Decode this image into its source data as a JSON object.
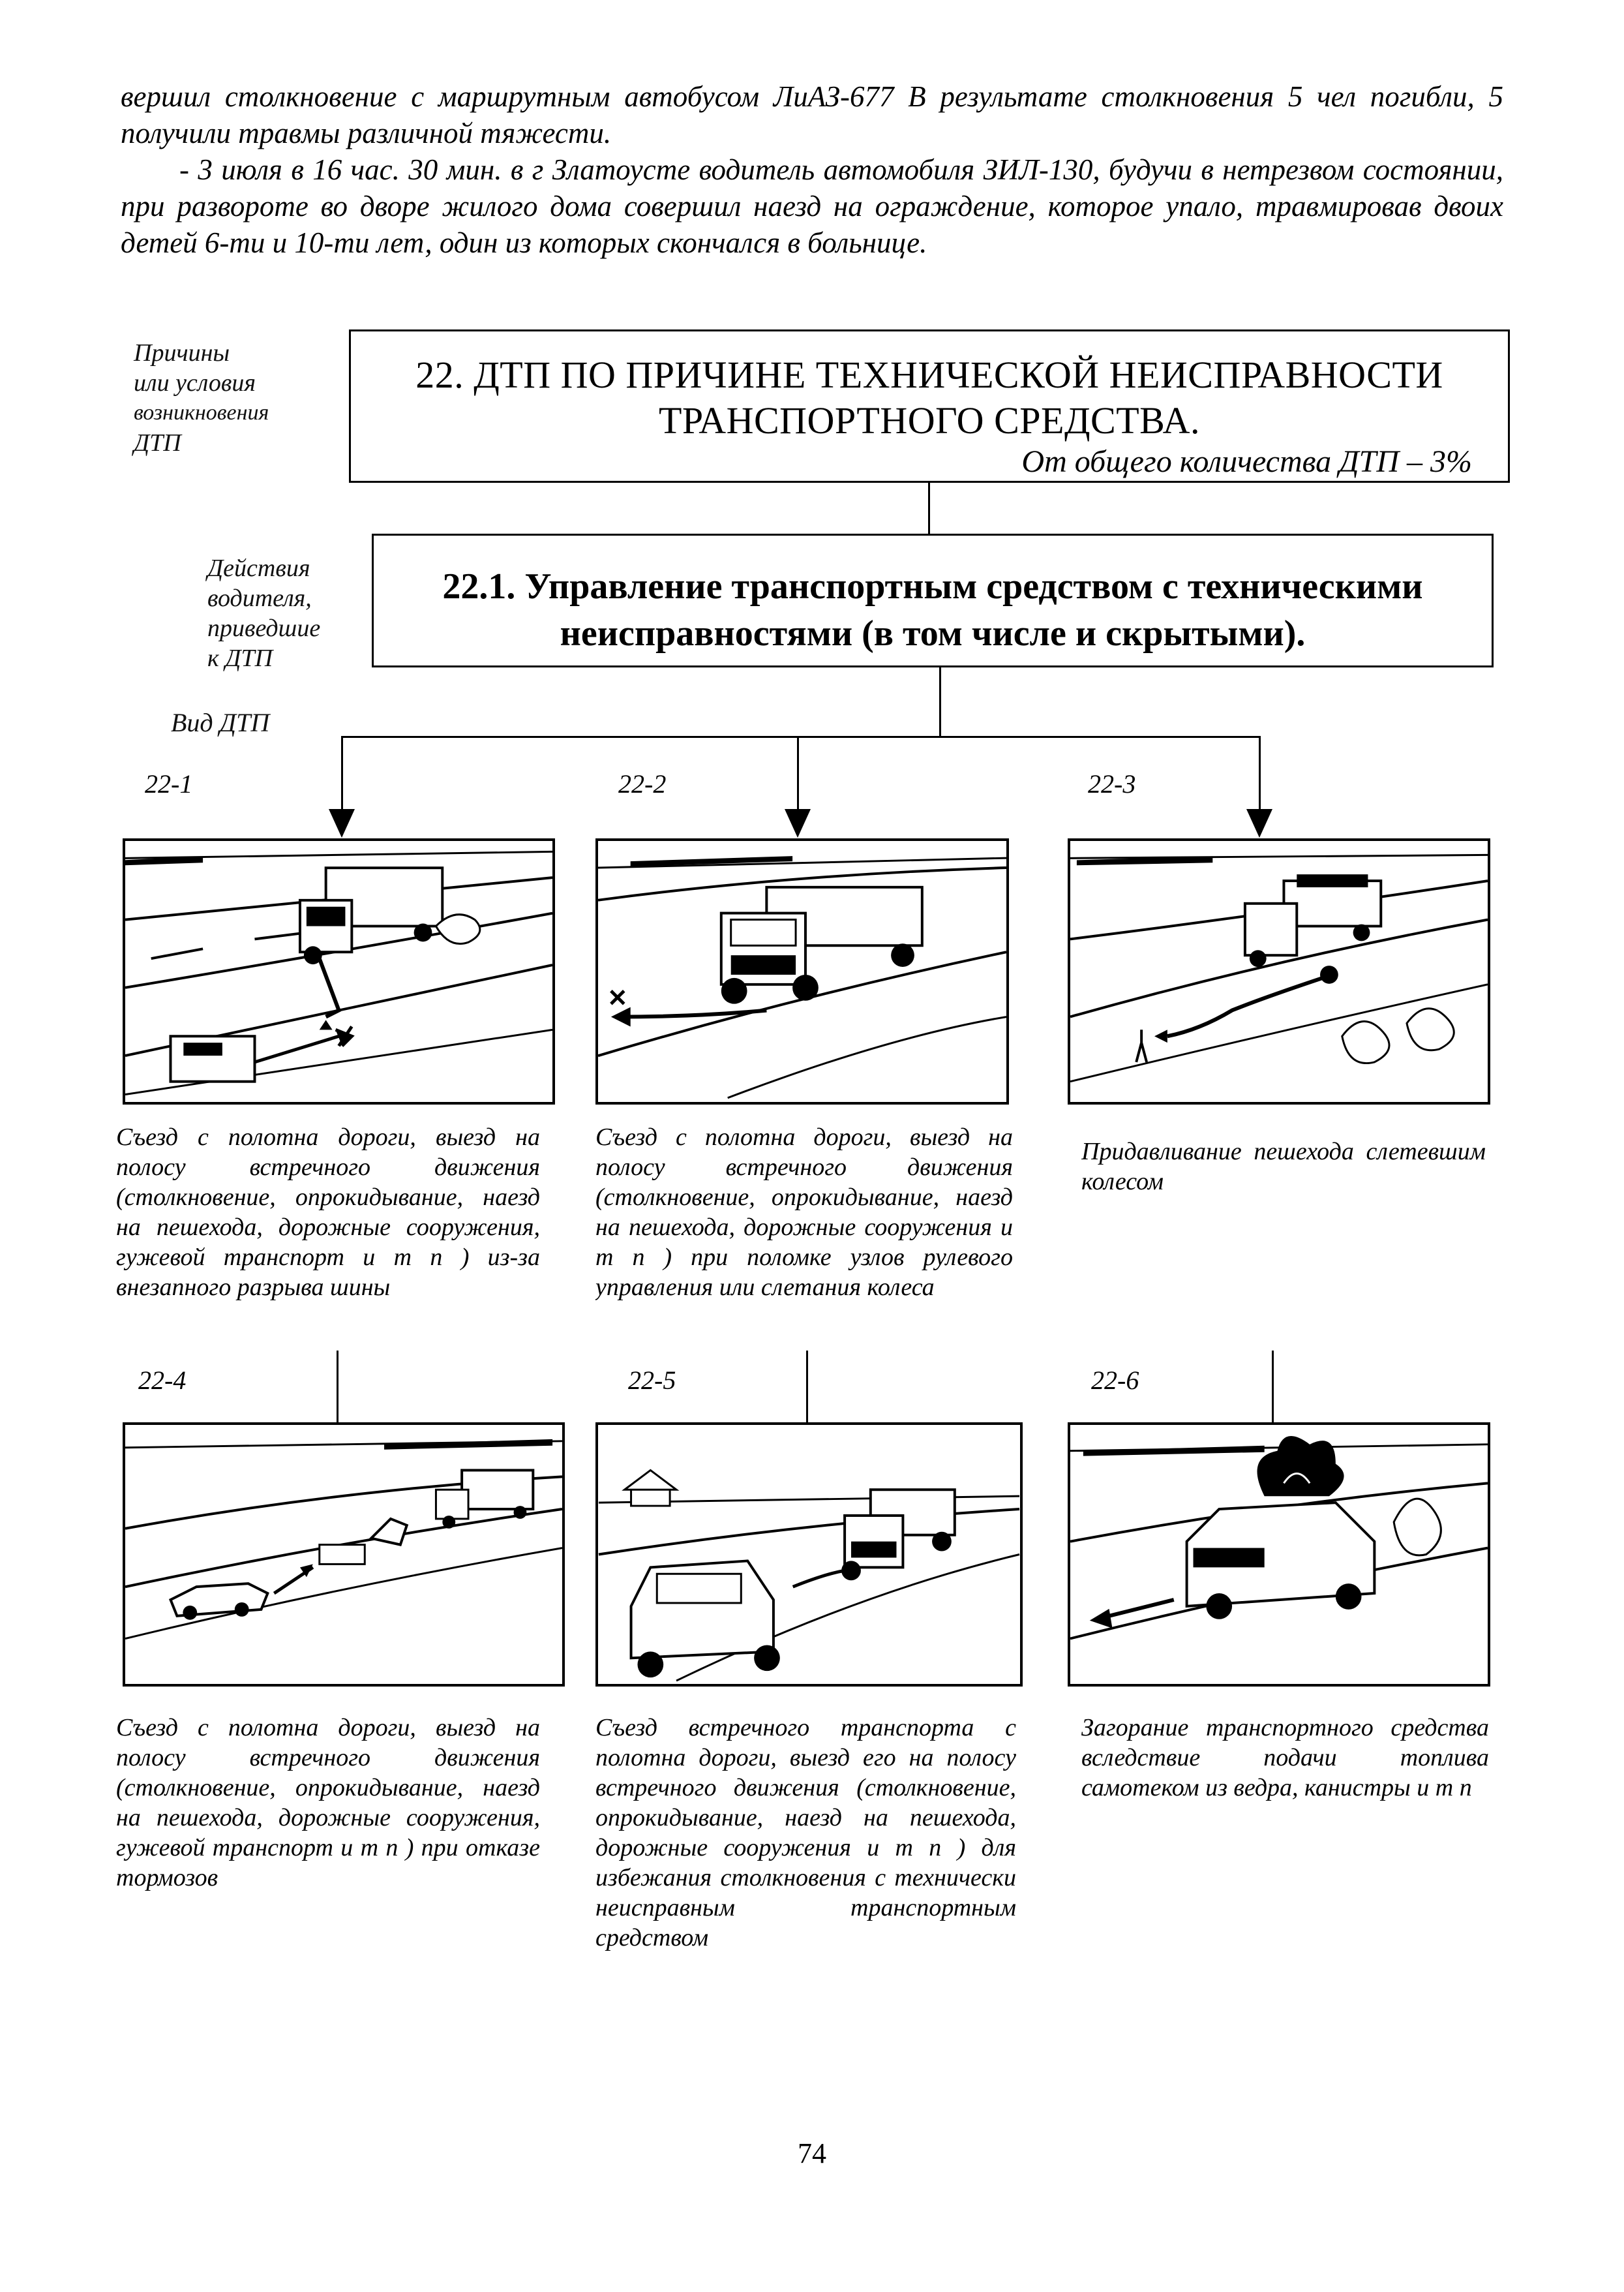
{
  "intro": {
    "p1": "вершил столкновение с маршрутным автобусом ЛиАЗ-677 В результате столкновения 5 чел погибли, 5 получили травмы различной тяжести.",
    "p2": "- 3 июля в 16 час. 30 мин. в г Златоусте водитель автомобиля ЗИЛ-130, будучи в нетрезвом состоянии, при развороте во дворе жилого дома совершил наезд на ограждение, которое упало, травмировав двоих детей 6-ти и 10-ти лет, один из которых скончался в больнице."
  },
  "side_labels": {
    "causes": [
      "Причины",
      "или условия",
      "возникновения",
      "ДТП"
    ],
    "actions": [
      "Действия",
      "водителя,",
      "приведшие",
      "к ДТП"
    ],
    "type": "Вид ДТП"
  },
  "category": {
    "title_line1": "22. ДТП ПО ПРИЧИНЕ ТЕХНИЧЕСКОЙ НЕИСПРАВНОСТИ",
    "title_line2": "ТРАНСПОРТНОГО СРЕДСТВА.",
    "share": "От общего количества ДТП – 3%"
  },
  "subcategory": {
    "title_line1": "22.1. Управление транспортным средством с техническими",
    "title_line2": "неисправностями (в том числе и скрытыми)."
  },
  "cases": [
    {
      "id": "22-1",
      "caption": "Съезд с полотна дороги, выезд на полосу встречного движения (столкновение, опрокидывание, наезд на пешехода, дорожные сооружения, гужевой транспорт и т п ) из-за внезапного разрыва шины"
    },
    {
      "id": "22-2",
      "caption": "Съезд с полотна дороги, выезд на полосу встречного движения (столкновение, опрокидывание, наезд на пешехода, дорожные сооружения и т п ) при поломке узлов рулевого управления или слетания колеса"
    },
    {
      "id": "22-3",
      "caption": "Придавливание пешехода слетевшим колесом"
    },
    {
      "id": "22-4",
      "caption": "Съезд с полотна дороги, выезд на полосу встречного движения (столкновение, опрокидывание, наезд на пешехода, дорожные сооружения, гужевой транспорт и т п ) при отказе тормозов"
    },
    {
      "id": "22-5",
      "caption": "Съезд встречного транспорта с полотна дороги, выезд его на полосу встречного движения (столкновение, опрокидывание, наезд на пешехода, дорожные сооружения и т п ) для избежания столкновения с технически неисправным транспортным средством"
    },
    {
      "id": "22-6",
      "caption": "Загорание транспортного средства вследствие подачи топлива самотеком из ведра, канистры и т п"
    }
  ],
  "page_number": "74"
}
